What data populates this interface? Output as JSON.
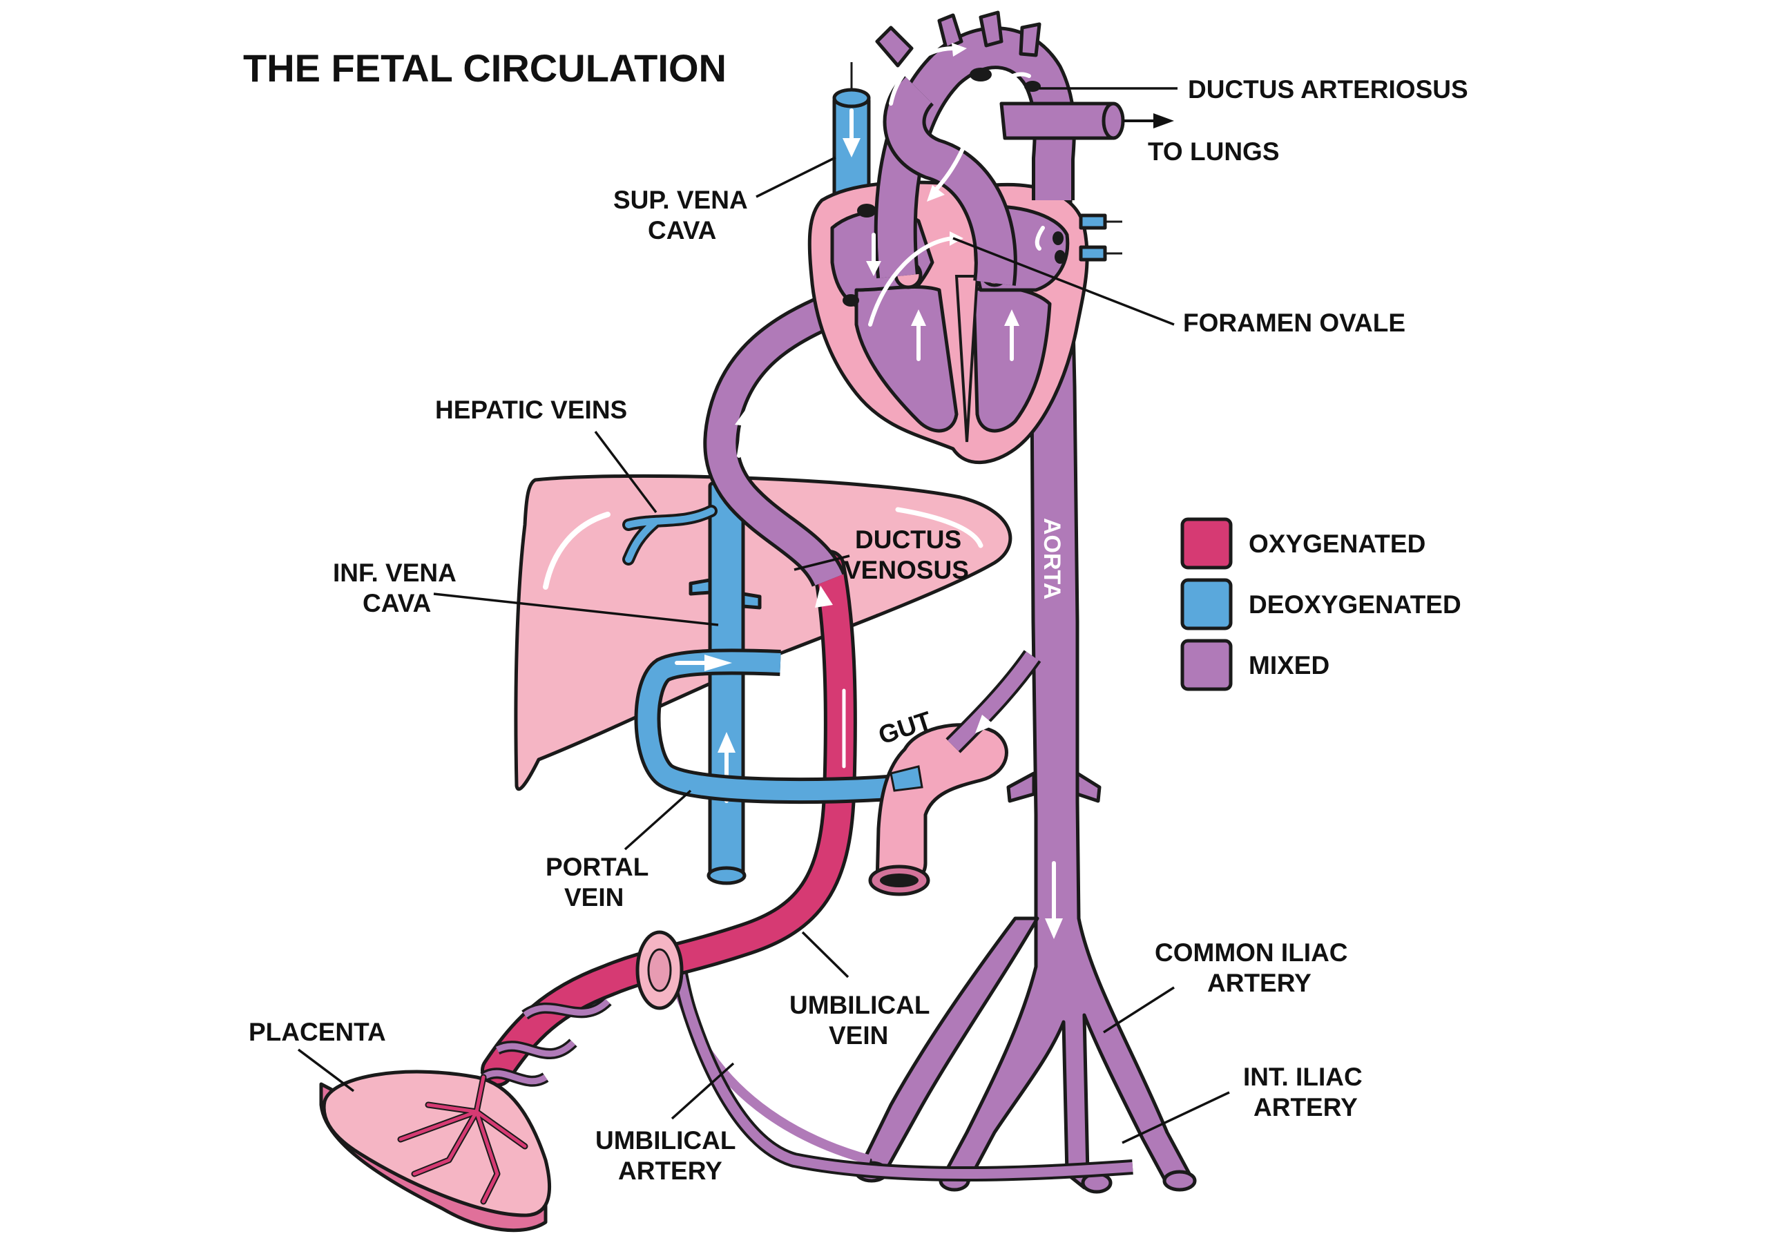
{
  "title": "THE FETAL CIRCULATION",
  "colors": {
    "oxygenated": "#d63a73",
    "deoxygenated": "#5aa8dc",
    "mixed": "#b07ab8",
    "liver": "#f5b5c4",
    "heart_wall": "#f3a7bd",
    "outline": "#1a1a1a"
  },
  "labels": {
    "ductus_arteriosus": "DUCTUS ARTERIOSUS",
    "to_lungs": "TO LUNGS",
    "sup_vena_cava_1": "SUP. VENA",
    "sup_vena_cava_2": "CAVA",
    "foramen_ovale": "FORAMEN OVALE",
    "hepatic_veins": "HEPATIC VEINS",
    "ductus_venosus_1": "DUCTUS",
    "ductus_venosus_2": "VENOSUS",
    "inf_vena_cava_1": "INF. VENA",
    "inf_vena_cava_2": "CAVA",
    "aorta": "AORTA",
    "gut": "GUT",
    "portal_vein_1": "PORTAL",
    "portal_vein_2": "VEIN",
    "common_iliac_1": "COMMON ILIAC",
    "common_iliac_2": "ARTERY",
    "umbilical_vein_1": "UMBILICAL",
    "umbilical_vein_2": "VEIN",
    "placenta": "PLACENTA",
    "int_iliac_1": "INT. ILIAC",
    "int_iliac_2": "ARTERY",
    "umbilical_artery_1": "UMBILICAL",
    "umbilical_artery_2": "ARTERY"
  },
  "legend": [
    {
      "label": "OXYGENATED",
      "color": "#d63a73"
    },
    {
      "label": "DEOXYGENATED",
      "color": "#5aa8dc"
    },
    {
      "label": "MIXED",
      "color": "#b07ab8"
    }
  ]
}
